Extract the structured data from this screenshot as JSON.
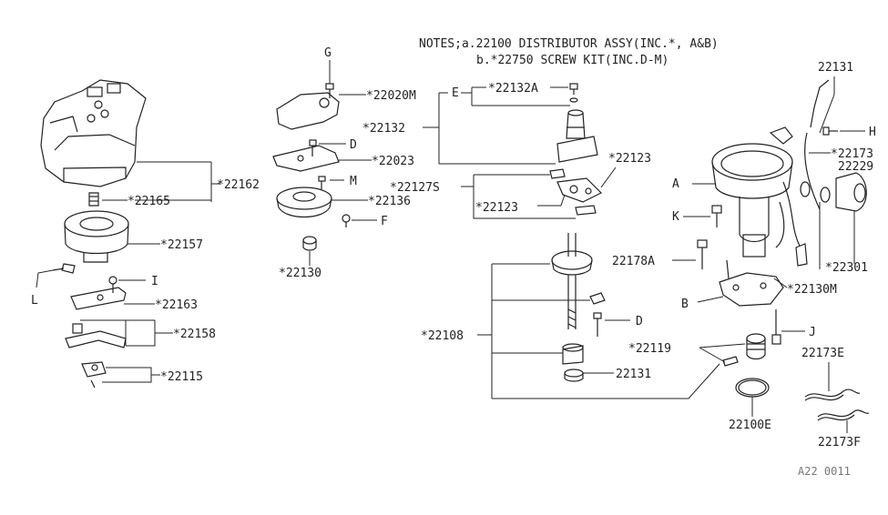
{
  "notes": {
    "line1": "NOTES;a.22100 DISTRIBUTOR ASSY(INC.*, A&B)",
    "line2": "b.*22750 SCREW KIT(INC.D-M)"
  },
  "labels": {
    "l22162": "*22162",
    "l22165": "*22165",
    "l22157": "*22157",
    "lL": "L",
    "lI": "I",
    "l22163": "*22163",
    "l22158": "*22158",
    "l22115": "*22115",
    "lG": "G",
    "l22020M": "*22020M",
    "lD1": "D",
    "l22023": "*22023",
    "lM": "M",
    "l22136": "*22136",
    "lF": "F",
    "l22130": "*22130",
    "lE": "E",
    "l22132A": "*22132A",
    "l22132": "*22132",
    "l22127S": "*22127S",
    "l22123a": "*22123",
    "l22123b": "*22123",
    "l22108": "*22108",
    "lD2": "D",
    "l22131a": "22131",
    "l22178A": "22178A",
    "l22119": "*22119",
    "l22131b": "22131",
    "lH": "H",
    "l22173": "*22173",
    "l22229": "22229",
    "lA": "A",
    "lK": "K",
    "l22301": "*22301",
    "l22130M": "*22130M",
    "lB": "B",
    "lJ": "J",
    "l22173E": "22173E",
    "l22100E": "22100E",
    "l22173F": "22173F",
    "lRef": "A22 0011"
  }
}
